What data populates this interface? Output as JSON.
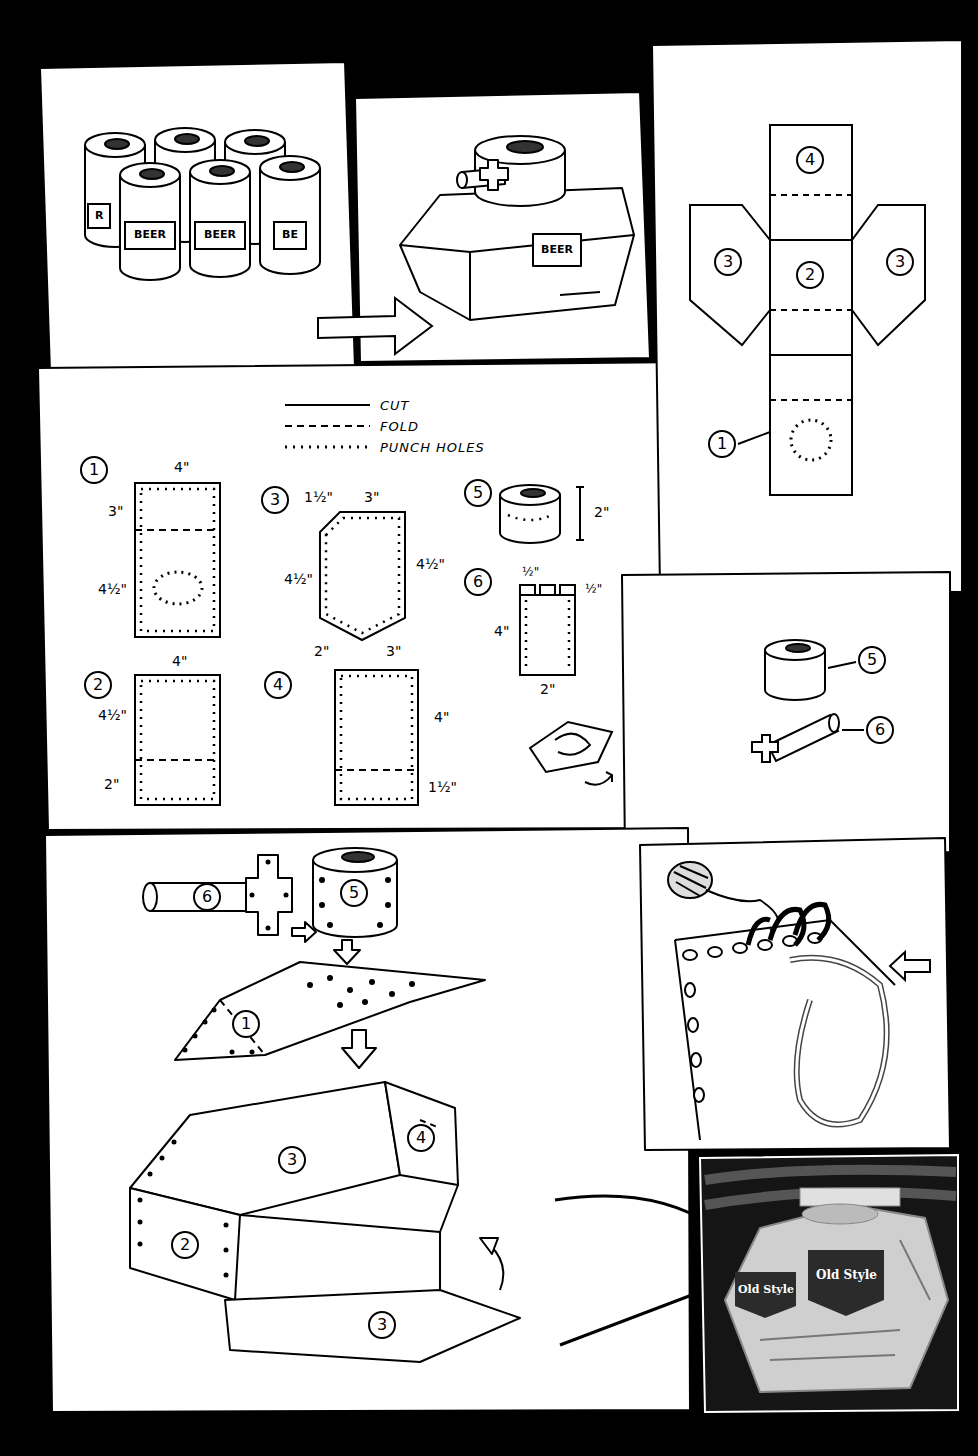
{
  "diagram": {
    "nodes": [
      {
        "text": [
          "4"
        ]
      },
      {
        "text": [
          "3"
        ]
      },
      {
        "text": [
          "2"
        ]
      },
      {
        "text": [
          "3"
        ]
      },
      {
        "text": [
          "1"
        ]
      },
      {
        "text": [
          "1"
        ]
      },
      {
        "text": [
          "3"
        ]
      },
      {
        "text": [
          "5"
        ]
      },
      {
        "text": [
          "6"
        ]
      },
      {
        "text": [
          "2"
        ]
      },
      {
        "text": [
          "4"
        ]
      },
      {
        "text": [
          "5"
        ]
      },
      {
        "text": [
          "6"
        ]
      },
      {
        "text": [
          "6"
        ]
      },
      {
        "text": [
          "5"
        ]
      },
      {
        "text": [
          "1"
        ]
      },
      {
        "text": [
          "3"
        ]
      },
      {
        "text": [
          "4"
        ]
      },
      {
        "text": [
          "2"
        ]
      },
      {
        "text": [
          "3"
        ]
      }
    ],
    "labels": [
      "BEER",
      "BEER",
      "R",
      "BE",
      "BEER",
      "4\"",
      "3\"",
      "4½\"",
      "1½\"",
      "3\"",
      "4½\"",
      "4½\"",
      "2\"",
      "3\"",
      "2\"",
      "½\"",
      "½\"",
      "4\"",
      "2\"",
      "4\"",
      "4½\"",
      "2\"",
      "4\"",
      "1½\"",
      "Old Style",
      "Old Style"
    ],
    "legend": [
      {
        "text": "CUT"
      },
      {
        "text": "FOLD"
      },
      {
        "text": "PUNCH HOLES"
      }
    ]
  }
}
